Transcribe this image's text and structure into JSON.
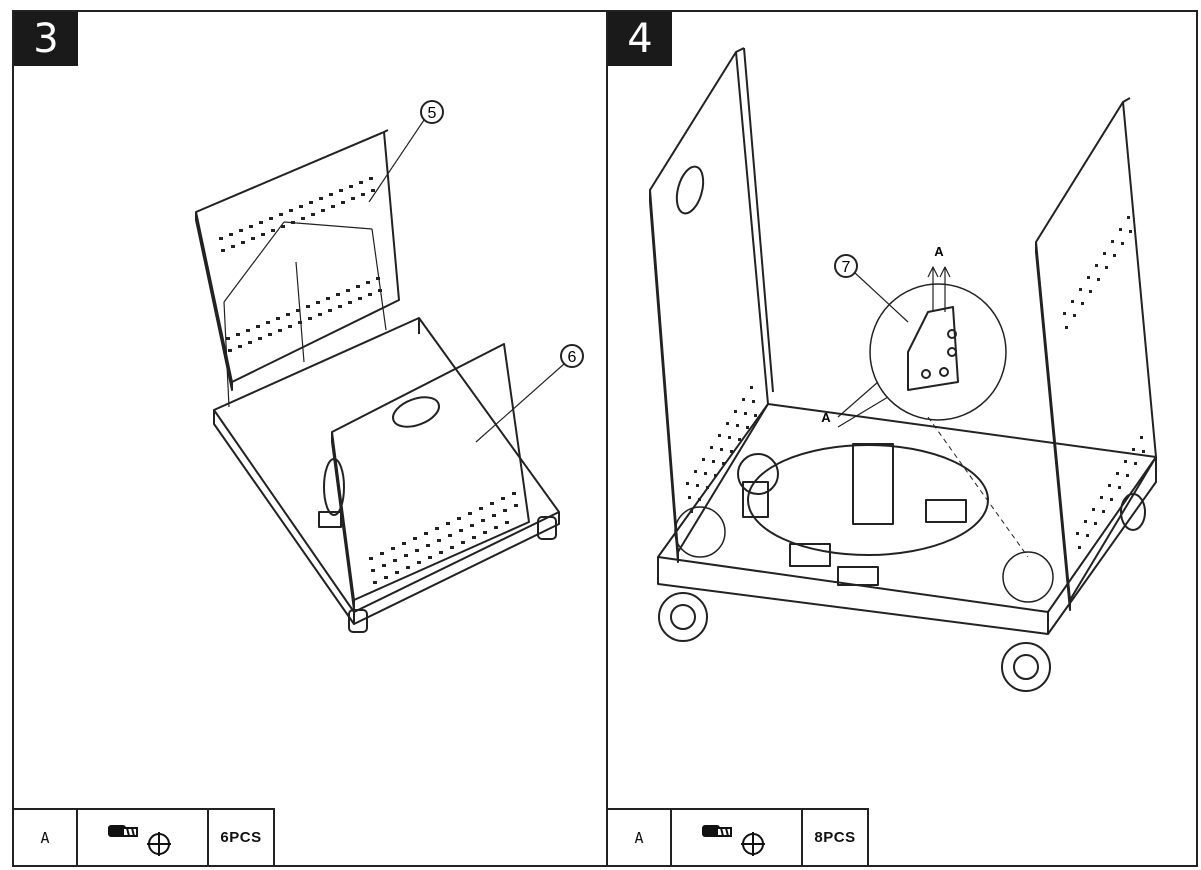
{
  "steps": [
    {
      "number": "3",
      "callouts": [
        "5",
        "6"
      ],
      "fastener": {
        "letter": "A",
        "icon": "screw-icon",
        "quantity": "6PCS"
      }
    },
    {
      "number": "4",
      "callouts": [
        "7"
      ],
      "fastener_label": "A",
      "fastener": {
        "letter": "A",
        "icon": "screw-icon",
        "quantity": "8PCS"
      }
    }
  ],
  "colors": {
    "line": "#222222",
    "badge": "#1a1a1a"
  }
}
